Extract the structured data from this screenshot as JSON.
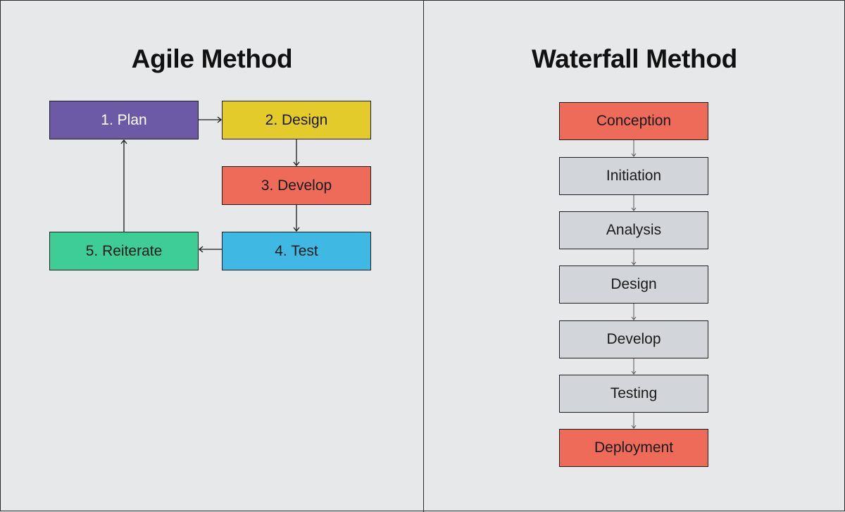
{
  "agile": {
    "title": "Agile Method",
    "steps": {
      "plan": "1. Plan",
      "design": "2. Design",
      "develop": "3. Develop",
      "test": "4. Test",
      "reiterate": "5. Reiterate"
    }
  },
  "waterfall": {
    "title": "Waterfall Method",
    "steps": [
      "Conception",
      "Initiation",
      "Analysis",
      "Design",
      "Develop",
      "Testing",
      "Deployment"
    ]
  },
  "colors": {
    "background": "#e7e8ea",
    "plan": "#6d5aa6",
    "design": "#e3cb2c",
    "develop": "#ee6b59",
    "test": "#40b8e4",
    "reiterate": "#3fcd97",
    "waterfall_endpoint": "#ee6b59",
    "waterfall_step": "#d2d6da"
  }
}
